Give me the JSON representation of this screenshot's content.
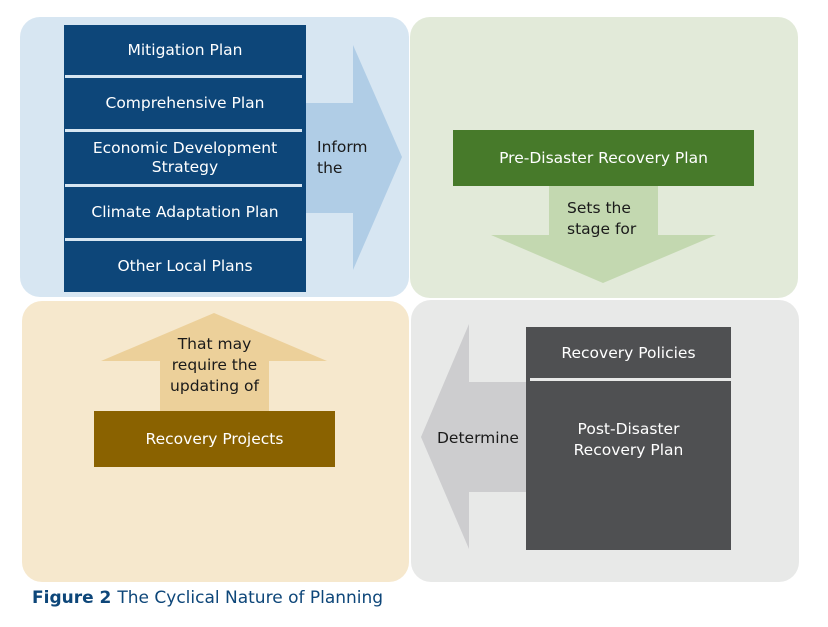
{
  "figure": {
    "caption_label": "Figure  2",
    "caption_title": "The Cyclical Nature of Planning"
  },
  "quadrants": {
    "top_left": {
      "plans": [
        "Mitigation Plan",
        "Comprehensive Plan",
        "Economic Development Strategy",
        "Climate Adaptation Plan",
        "Other Local Plans"
      ],
      "arrow_label": "Inform the",
      "arrow_direction": "right"
    },
    "top_right": {
      "box": "Pre-Disaster Recovery Plan",
      "arrow_label": "Sets the stage for",
      "arrow_direction": "down"
    },
    "bottom_right": {
      "top_box": "Recovery Policies",
      "main_box": "Post-Disaster Recovery Plan",
      "arrow_label": "Determine",
      "arrow_direction": "left"
    },
    "bottom_left": {
      "box": "Recovery Projects",
      "arrow_label": "That may require the updating of",
      "arrow_direction": "up"
    }
  },
  "colors": {
    "navy": "#0d4679",
    "green": "#477a2a",
    "brown": "#8a6200",
    "charcoal": "#4f5052",
    "panel_blue": "#d7e6f2",
    "panel_green": "#e2ead9",
    "panel_tan": "#f6e8cd",
    "panel_gray": "#e8e9e8"
  }
}
